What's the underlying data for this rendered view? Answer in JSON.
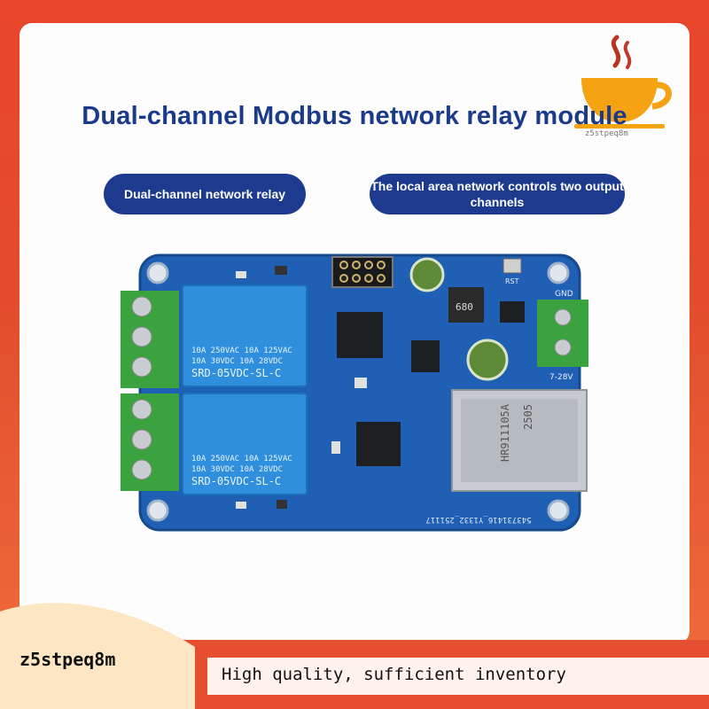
{
  "heading": {
    "title": "Dual-channel Modbus network relay module"
  },
  "features": [
    {
      "label": "Dual-channel network relay"
    },
    {
      "label": "The local area network controls two output channels"
    }
  ],
  "logo": {
    "code": "z5stpeq8m"
  },
  "footer": {
    "brand": "z5stpeq8m",
    "slogan": "High quality, sufficient inventory"
  },
  "board": {
    "relay_top": {
      "line1": "10A 250VAC  10A 125VAC",
      "line2": "10A  30VDC  10A  28VDC",
      "model": "SRD-05VDC-SL-C"
    },
    "relay_bottom": {
      "line1": "10A 250VAC  10A 125VAC",
      "line2": "10A  30VDC  10A  28VDC",
      "model": "SRD-05VDC-SL-C"
    },
    "rj45": {
      "part": "HR911105A",
      "date": "2505"
    },
    "inductor_mark": "680",
    "gnd_label": "GND",
    "voltage_label": "7-28V",
    "rst_label": "RST",
    "pcb_code": "543731416_Y1332_251117"
  },
  "colors": {
    "accent": "#1d3a8e",
    "brand": "#e54e2f",
    "pcb": "#1f5fb4",
    "relay": "#2f8fdc",
    "terminal": "#3aa33f"
  }
}
